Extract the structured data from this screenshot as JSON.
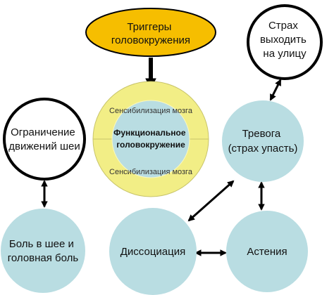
{
  "colors": {
    "trigger_fill": "#f6be00",
    "node_fill": "#b9dde2",
    "ring_outer": "#f2ee86",
    "ring_inner": "#fbf8bf",
    "outline": "#000000",
    "arrow": "#000000"
  },
  "nodes": {
    "triggers": {
      "lines": [
        "Триггеры",
        "головокружения"
      ]
    },
    "fear": {
      "lines": [
        "Страх",
        "выходить",
        "на улицу"
      ]
    },
    "limitation": {
      "lines": [
        "Ограничение",
        "движений шеи"
      ]
    },
    "center": {
      "lines": [
        "Функциональное",
        "головокружение"
      ]
    },
    "sensitization_top": "Сенсибилизация мозга",
    "sensitization_bottom": "Сенсибилизация мозга",
    "anxiety": {
      "lines": [
        "Тревога",
        "(страх упасть)"
      ]
    },
    "pain": {
      "lines": [
        "Боль в шее и",
        "головная боль"
      ]
    },
    "dissociation": {
      "lines": [
        "Диссоциация"
      ]
    },
    "asthenia": {
      "lines": [
        "Астения"
      ]
    }
  }
}
